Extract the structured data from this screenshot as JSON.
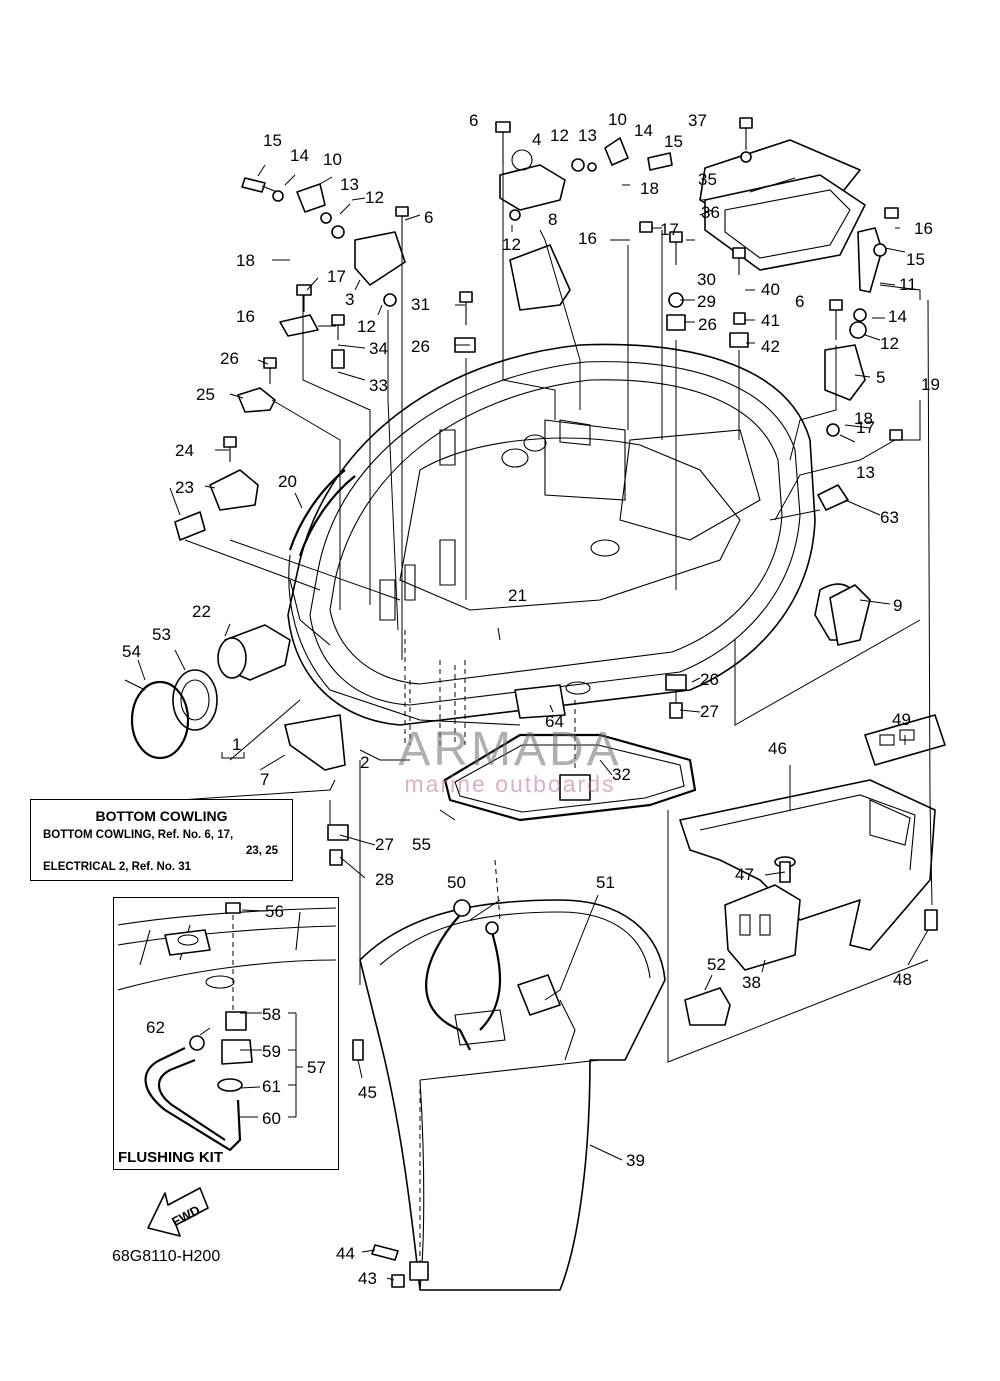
{
  "diagram_code": "68G8110-H200",
  "watermark": {
    "brand": "ARMADA",
    "tagline": "marine outboards",
    "color": "#e8a4c8"
  },
  "note": {
    "title": "BOTTOM COWLING",
    "line1": "BOTTOM COWLING, Ref. No. 6, 17,",
    "line2": "23, 25",
    "line3": "ELECTRICAL 2, Ref. No. 31"
  },
  "flushing_kit": {
    "title": "FLUSHING KIT"
  },
  "fwd_label": "FWD",
  "callouts": [
    "1",
    "2",
    "3",
    "4",
    "5",
    "6",
    "6",
    "6",
    "7",
    "8",
    "9",
    "10",
    "10",
    "11",
    "12",
    "12",
    "12",
    "12",
    "12",
    "13",
    "13",
    "13",
    "14",
    "14",
    "14",
    "15",
    "15",
    "15",
    "16",
    "16",
    "16",
    "17",
    "17",
    "17",
    "18",
    "18",
    "18",
    "19",
    "20",
    "21",
    "22",
    "23",
    "24",
    "25",
    "26",
    "26",
    "26",
    "26",
    "27",
    "27",
    "28",
    "29",
    "30",
    "31",
    "32",
    "33",
    "34",
    "35",
    "36",
    "37",
    "38",
    "39",
    "40",
    "41",
    "42",
    "43",
    "44",
    "45",
    "46",
    "47",
    "48",
    "49",
    "50",
    "51",
    "52",
    "53",
    "54",
    "55",
    "56",
    "57",
    "58",
    "59",
    "60",
    "61",
    "62",
    "63",
    "64"
  ]
}
